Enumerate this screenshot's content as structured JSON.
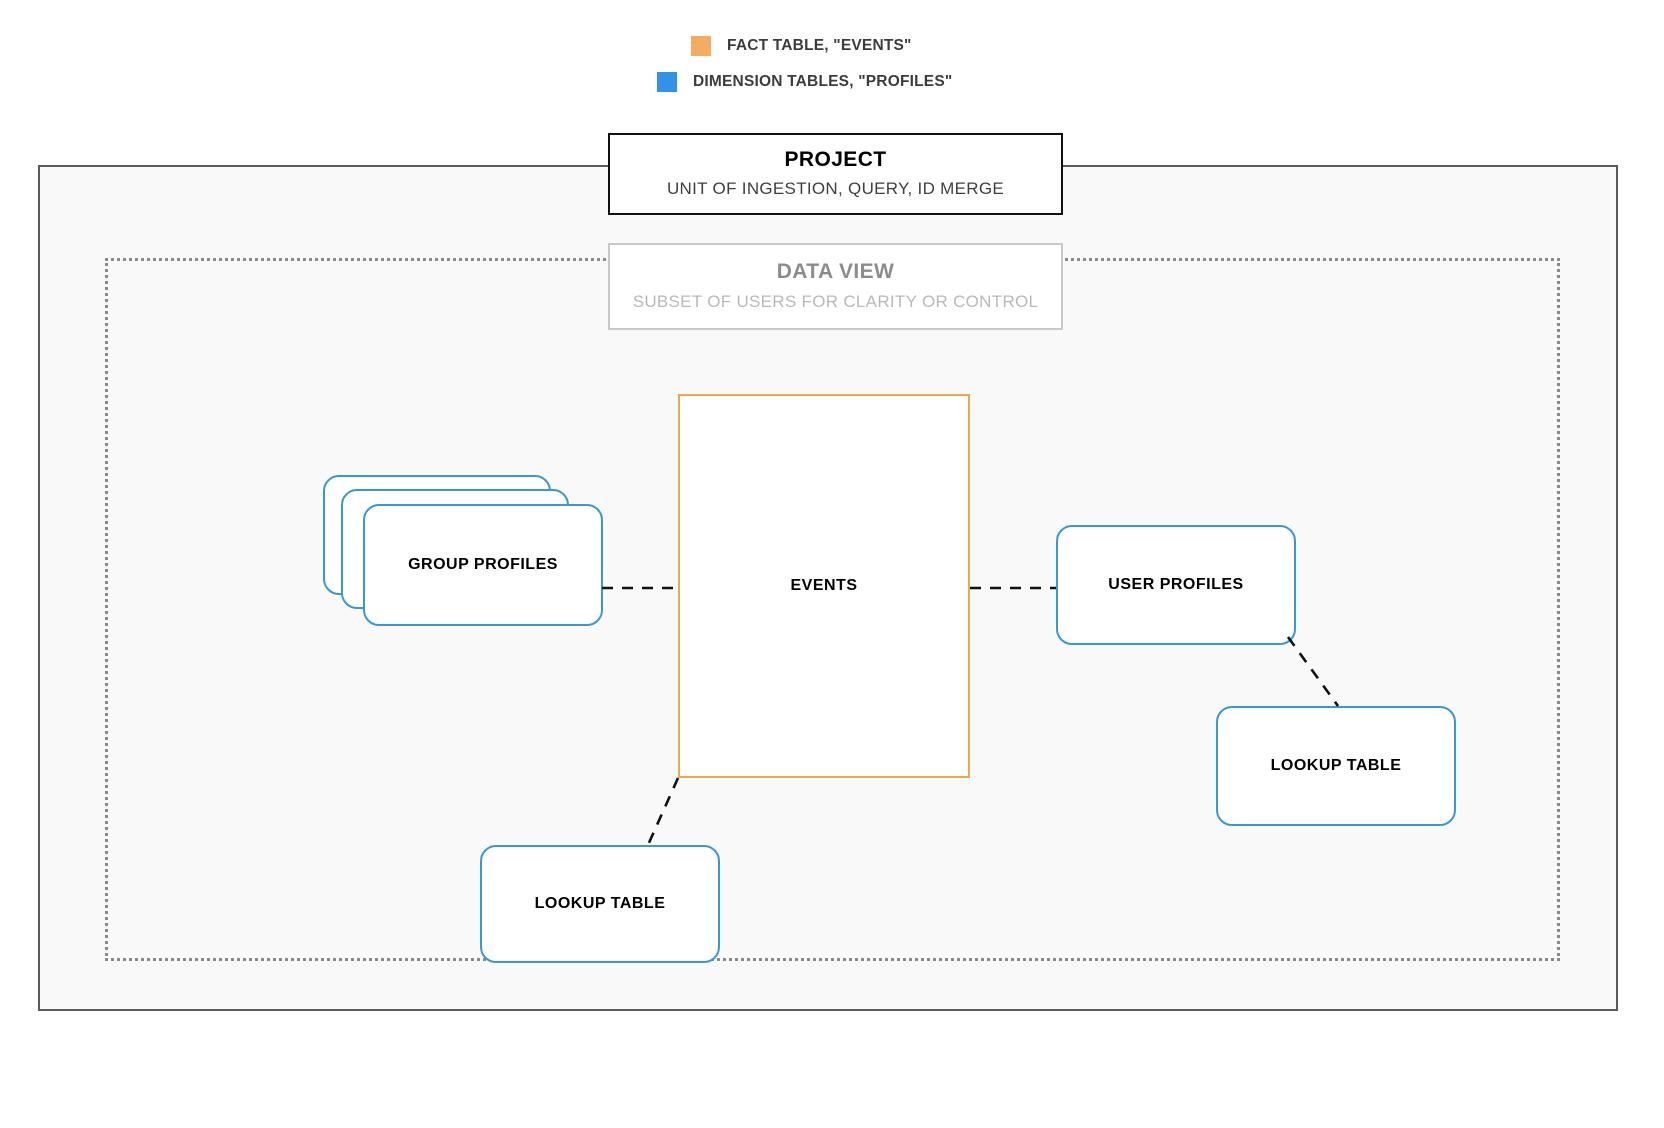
{
  "legend": {
    "items": [
      {
        "id": "fact",
        "swatch_color": "#f3ac61",
        "label": "FACT TABLE, \"EVENTS\"",
        "icon": "square-swatch-icon"
      },
      {
        "id": "dimension",
        "swatch_color": "#3392e8",
        "label": "DIMENSION TABLES, \"PROFILES\"",
        "icon": "square-swatch-icon"
      }
    ]
  },
  "containers": {
    "project": {
      "title": "PROJECT",
      "subtitle": "UNIT OF INGESTION, QUERY, ID MERGE",
      "border_color": "#111111",
      "fill_color": "#f9f9f9"
    },
    "data_view": {
      "title": "DATA VIEW",
      "subtitle": "SUBSET OF USERS FOR CLARITY OR CONTROL",
      "border_color": "#c9c9c9",
      "border_style": "dotted"
    }
  },
  "entities": {
    "events": {
      "label": "EVENTS",
      "type": "fact",
      "border_color": "#eaa94f",
      "shape": "rectangle"
    },
    "group_profiles": {
      "label": "GROUP PROFILES",
      "type": "dimension",
      "border_color": "#3b97d3",
      "shape": "stacked-rounded",
      "stack_count": 3
    },
    "user_profiles": {
      "label": "USER PROFILES",
      "type": "dimension",
      "border_color": "#3b97d3",
      "shape": "rounded"
    },
    "lookup_table_left": {
      "label": "LOOKUP TABLE",
      "type": "dimension",
      "border_color": "#3b97d3",
      "shape": "rounded"
    },
    "lookup_table_right": {
      "label": "LOOKUP TABLE",
      "type": "dimension",
      "border_color": "#3b97d3",
      "shape": "rounded"
    }
  },
  "connectors": [
    {
      "from": "group_profiles",
      "to": "events",
      "style": "dashed",
      "color": "#111111"
    },
    {
      "from": "events",
      "to": "user_profiles",
      "style": "dashed",
      "color": "#111111"
    },
    {
      "from": "user_profiles",
      "to": "lookup_table_right",
      "style": "dashed",
      "color": "#111111"
    },
    {
      "from": "events",
      "to": "lookup_table_left",
      "style": "dashed",
      "color": "#111111"
    }
  ]
}
